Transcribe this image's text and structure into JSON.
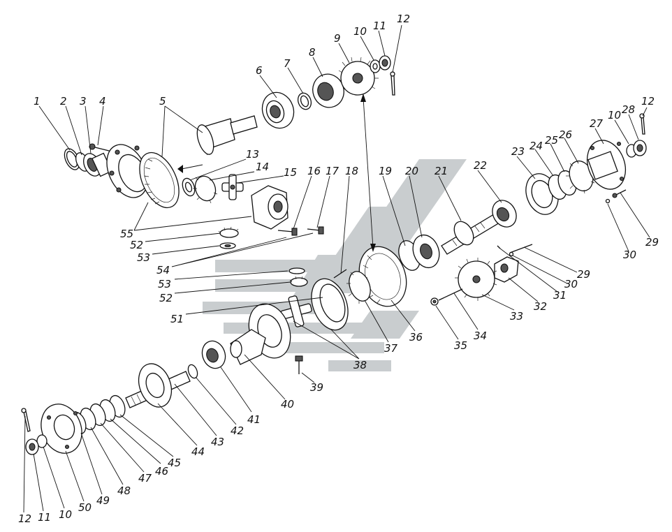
{
  "colors": {
    "ink": "#111111",
    "watermark": "#c9cdcf",
    "background": "#ffffff"
  },
  "labels": [
    {
      "id": "l1",
      "text": "1"
    },
    {
      "id": "l2",
      "text": "2"
    },
    {
      "id": "l3",
      "text": "3"
    },
    {
      "id": "l4",
      "text": "4"
    },
    {
      "id": "l5",
      "text": "5"
    },
    {
      "id": "l6",
      "text": "6"
    },
    {
      "id": "l7",
      "text": "7"
    },
    {
      "id": "l8",
      "text": "8"
    },
    {
      "id": "l9",
      "text": "9"
    },
    {
      "id": "l10a",
      "text": "10"
    },
    {
      "id": "l11a",
      "text": "11"
    },
    {
      "id": "l12a",
      "text": "12"
    },
    {
      "id": "l13",
      "text": "13"
    },
    {
      "id": "l14",
      "text": "14"
    },
    {
      "id": "l15",
      "text": "15"
    },
    {
      "id": "l16",
      "text": "16"
    },
    {
      "id": "l17",
      "text": "17"
    },
    {
      "id": "l18",
      "text": "18"
    },
    {
      "id": "l19",
      "text": "19"
    },
    {
      "id": "l20",
      "text": "20"
    },
    {
      "id": "l21",
      "text": "21"
    },
    {
      "id": "l22",
      "text": "22"
    },
    {
      "id": "l23",
      "text": "23"
    },
    {
      "id": "l24",
      "text": "24"
    },
    {
      "id": "l25",
      "text": "25"
    },
    {
      "id": "l26",
      "text": "26"
    },
    {
      "id": "l27",
      "text": "27"
    },
    {
      "id": "l10b",
      "text": "10"
    },
    {
      "id": "l28",
      "text": "28"
    },
    {
      "id": "l12b",
      "text": "12"
    },
    {
      "id": "l29a",
      "text": "29"
    },
    {
      "id": "l30a",
      "text": "30"
    },
    {
      "id": "l29b",
      "text": "29"
    },
    {
      "id": "l30b",
      "text": "30"
    },
    {
      "id": "l31",
      "text": "31"
    },
    {
      "id": "l32",
      "text": "32"
    },
    {
      "id": "l33",
      "text": "33"
    },
    {
      "id": "l34",
      "text": "34"
    },
    {
      "id": "l35",
      "text": "35"
    },
    {
      "id": "l36",
      "text": "36"
    },
    {
      "id": "l37",
      "text": "37"
    },
    {
      "id": "l38",
      "text": "38"
    },
    {
      "id": "l39",
      "text": "39"
    },
    {
      "id": "l40",
      "text": "40"
    },
    {
      "id": "l41",
      "text": "41"
    },
    {
      "id": "l42",
      "text": "42"
    },
    {
      "id": "l43",
      "text": "43"
    },
    {
      "id": "l44",
      "text": "44"
    },
    {
      "id": "l45",
      "text": "45"
    },
    {
      "id": "l46",
      "text": "46"
    },
    {
      "id": "l47",
      "text": "47"
    },
    {
      "id": "l48",
      "text": "48"
    },
    {
      "id": "l49",
      "text": "49"
    },
    {
      "id": "l50",
      "text": "50"
    },
    {
      "id": "l10c",
      "text": "10"
    },
    {
      "id": "l11c",
      "text": "11"
    },
    {
      "id": "l12c",
      "text": "12"
    },
    {
      "id": "l51",
      "text": "51"
    },
    {
      "id": "l52a",
      "text": "52"
    },
    {
      "id": "l53a",
      "text": "53"
    },
    {
      "id": "l54",
      "text": "54"
    },
    {
      "id": "l53b",
      "text": "53"
    },
    {
      "id": "l52b",
      "text": "52"
    },
    {
      "id": "l55",
      "text": "55"
    }
  ]
}
